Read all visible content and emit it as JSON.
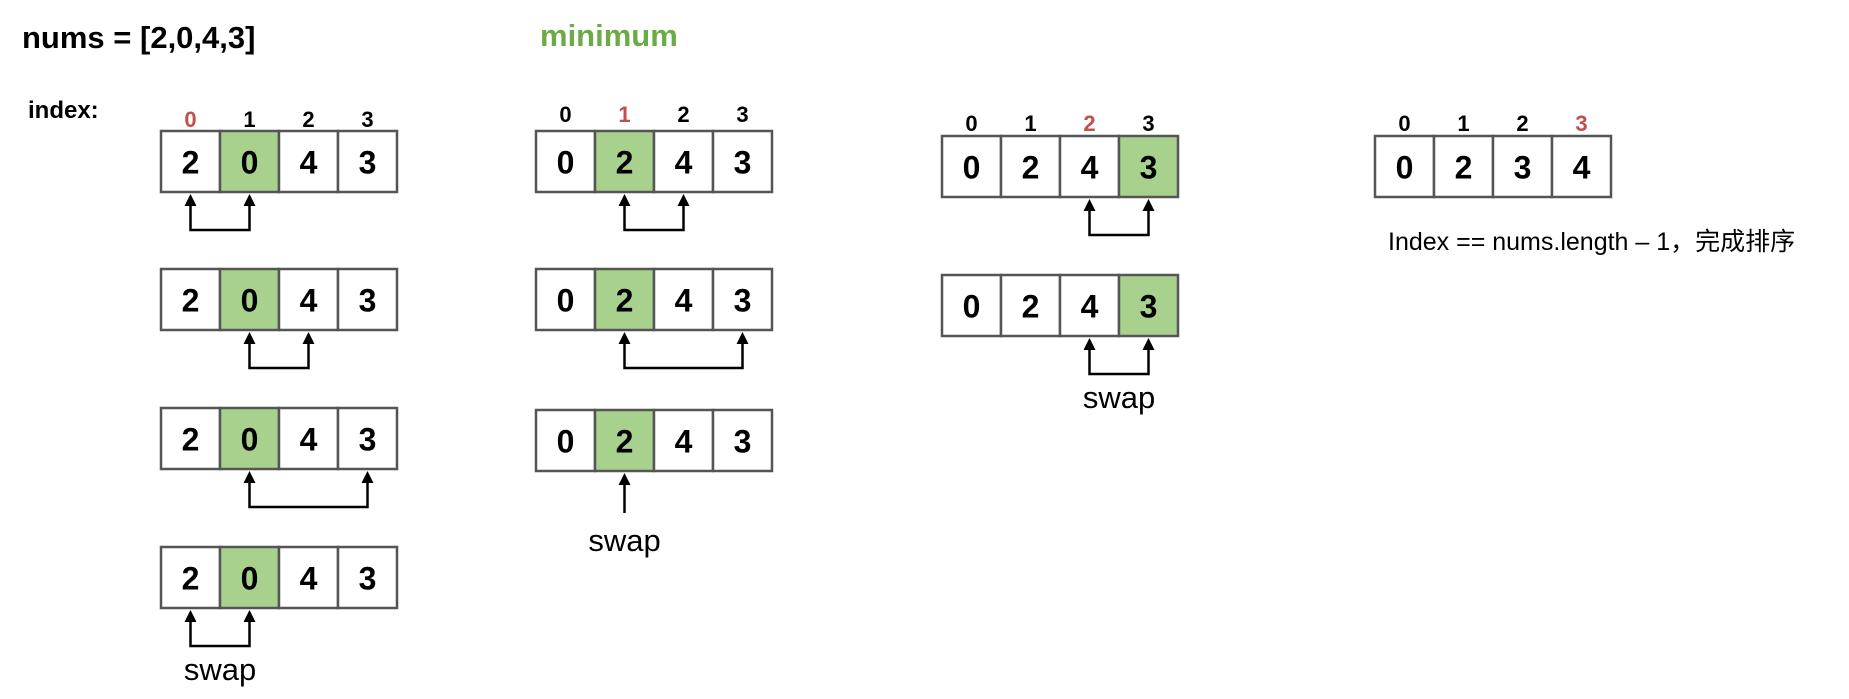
{
  "title": "nums = [2,0,4,3]",
  "legend": {
    "label": "minimum",
    "color": "#6aab45"
  },
  "index_label": "index:",
  "swap_label": "swap",
  "note": "Index == nums.length – 1，完成排序",
  "colors": {
    "highlight": "#a9d18e",
    "index_active": "#c0504d",
    "border": "#555555"
  },
  "steps": [
    {
      "index": [
        "0",
        "1",
        "2",
        "3"
      ],
      "active_index": 0,
      "arrays": [
        {
          "values": [
            "2",
            "0",
            "4",
            "3"
          ],
          "highlight": 1,
          "pointer": [
            0,
            1
          ],
          "swap": false
        },
        {
          "values": [
            "2",
            "0",
            "4",
            "3"
          ],
          "highlight": 1,
          "pointer": [
            1,
            2
          ],
          "swap": false
        },
        {
          "values": [
            "2",
            "0",
            "4",
            "3"
          ],
          "highlight": 1,
          "pointer": [
            1,
            3
          ],
          "swap": false
        },
        {
          "values": [
            "2",
            "0",
            "4",
            "3"
          ],
          "highlight": 1,
          "pointer": [
            0,
            1
          ],
          "swap": true
        }
      ]
    },
    {
      "index": [
        "0",
        "1",
        "2",
        "3"
      ],
      "active_index": 1,
      "arrays": [
        {
          "values": [
            "0",
            "2",
            "4",
            "3"
          ],
          "highlight": 1,
          "pointer": [
            1,
            2
          ],
          "swap": false
        },
        {
          "values": [
            "0",
            "2",
            "4",
            "3"
          ],
          "highlight": 1,
          "pointer": [
            1,
            3
          ],
          "swap": false
        },
        {
          "values": [
            "0",
            "2",
            "4",
            "3"
          ],
          "highlight": 1,
          "pointer": [
            1,
            1
          ],
          "swap": true
        }
      ]
    },
    {
      "index": [
        "0",
        "1",
        "2",
        "3"
      ],
      "active_index": 2,
      "arrays": [
        {
          "values": [
            "0",
            "2",
            "4",
            "3"
          ],
          "highlight": 3,
          "pointer": [
            2,
            3
          ],
          "swap": false
        },
        {
          "values": [
            "0",
            "2",
            "4",
            "3"
          ],
          "highlight": 3,
          "pointer": [
            2,
            3
          ],
          "swap": true
        }
      ]
    },
    {
      "index": [
        "0",
        "1",
        "2",
        "3"
      ],
      "active_index": 3,
      "arrays": [
        {
          "values": [
            "0",
            "2",
            "3",
            "4"
          ],
          "highlight": -1,
          "pointer": null,
          "swap": false
        }
      ]
    }
  ]
}
